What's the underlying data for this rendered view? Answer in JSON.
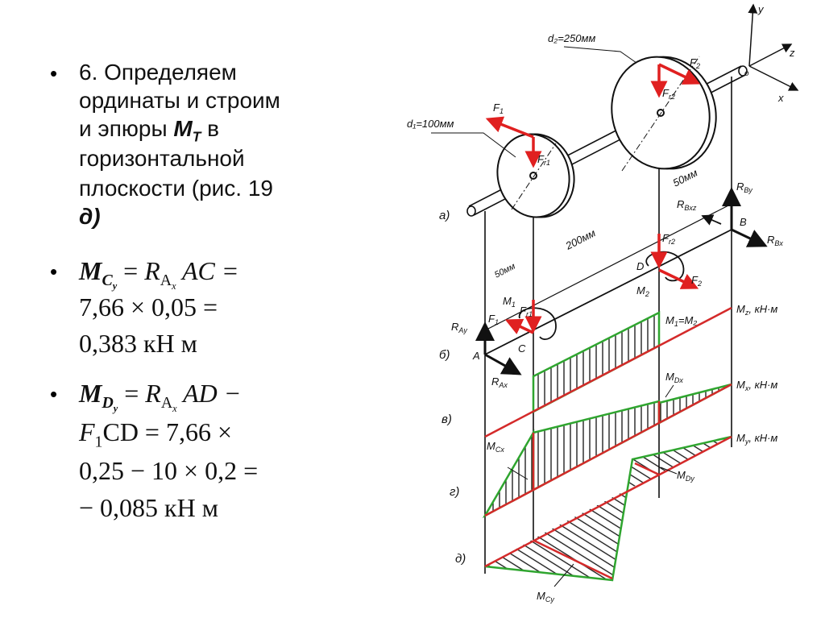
{
  "bullet1": {
    "l1": "6. Определяем",
    "l2": "ординаты и строим",
    "l3_pre": "и эпюры ",
    "l3_var": "M",
    "l3_sub": "T",
    "l3_post": " в",
    "l4": "горизонтальной",
    "l5": "плоскости (рис. 19",
    "l6": "д)"
  },
  "bullet2": {
    "var": "M",
    "sub": "C",
    "subsub": "y",
    "eq": " = ",
    "r": "R",
    "rsub": "A",
    "rsubsub": "x",
    "seg": " AC =",
    "l2": "7,66 × 0,05 =",
    "l3": "0,383 кН м"
  },
  "bullet3": {
    "var": "M",
    "sub": "D",
    "subsub": "y",
    "eq": " = ",
    "r": "R",
    "rsub": "A",
    "rsubsub": "x",
    "seg": " AD −",
    "l2_f": "F",
    "l2_fsub": "1",
    "l2_rest": "CD = 7,66 ×",
    "l3": "0,25 − 10 × 0,2 =",
    "l4": "− 0,085 кН м"
  },
  "bullet_char": "•",
  "diagram": {
    "colors": {
      "force": "#e02020",
      "base": "#d42a2a",
      "epure": "#2fa52f",
      "line": "#111111"
    },
    "axes": {
      "y": "y",
      "z": "z",
      "x": "x",
      "o": "o"
    },
    "d2": "d₂=250мм",
    "d1": "d₁=100мм",
    "part_a": "а)",
    "part_b": "б)",
    "part_v": "в)",
    "part_g": "г)",
    "part_d": "д)",
    "dim_50_left": "50мм",
    "dim_200": "200мм",
    "dim_50_right": "50мм",
    "labels": {
      "F1_top": {
        "m": "F",
        "s": "1"
      },
      "Fr1_top": {
        "m": "F",
        "s": "r1"
      },
      "F2_top": {
        "m": "F",
        "s": "2"
      },
      "Fr2_top": {
        "m": "F",
        "s": "r2"
      },
      "RBy": {
        "m": "R",
        "s": "By"
      },
      "RBxz": {
        "m": "R",
        "s": "Bxz"
      },
      "B": {
        "m": "B",
        "s": ""
      },
      "RBx": {
        "m": "R",
        "s": "Bx"
      },
      "D": {
        "m": "D",
        "s": ""
      },
      "Fr2": {
        "m": "F",
        "s": "r2"
      },
      "F2": {
        "m": "F",
        "s": "2"
      },
      "M2": {
        "m": "M",
        "s": "2"
      },
      "M1": {
        "m": "M",
        "s": "1"
      },
      "Fr1": {
        "m": "F",
        "s": "r1"
      },
      "F1": {
        "m": "F",
        "s": "1"
      },
      "RAy": {
        "m": "R",
        "s": "Ay"
      },
      "A": {
        "m": "A",
        "s": ""
      },
      "C": {
        "m": "C",
        "s": ""
      },
      "RAx": {
        "m": "R",
        "s": "Ax"
      },
      "Mz": {
        "m": "M",
        "s": "z",
        "t": ", кН·м"
      },
      "Mx": {
        "m": "M",
        "s": "x",
        "t": ", кН·м"
      },
      "My": {
        "m": "M",
        "s": "y",
        "t": ", кН·м"
      },
      "M1M2": {
        "m": "M",
        "s": "1",
        "t": "=M₂"
      },
      "M0x": {
        "m": "M",
        "s": "Dx"
      },
      "MCx": {
        "m": "M",
        "s": "Cx"
      },
      "M0y": {
        "m": "M",
        "s": "Dy"
      },
      "MCy": {
        "m": "M",
        "s": "Cy"
      }
    }
  }
}
